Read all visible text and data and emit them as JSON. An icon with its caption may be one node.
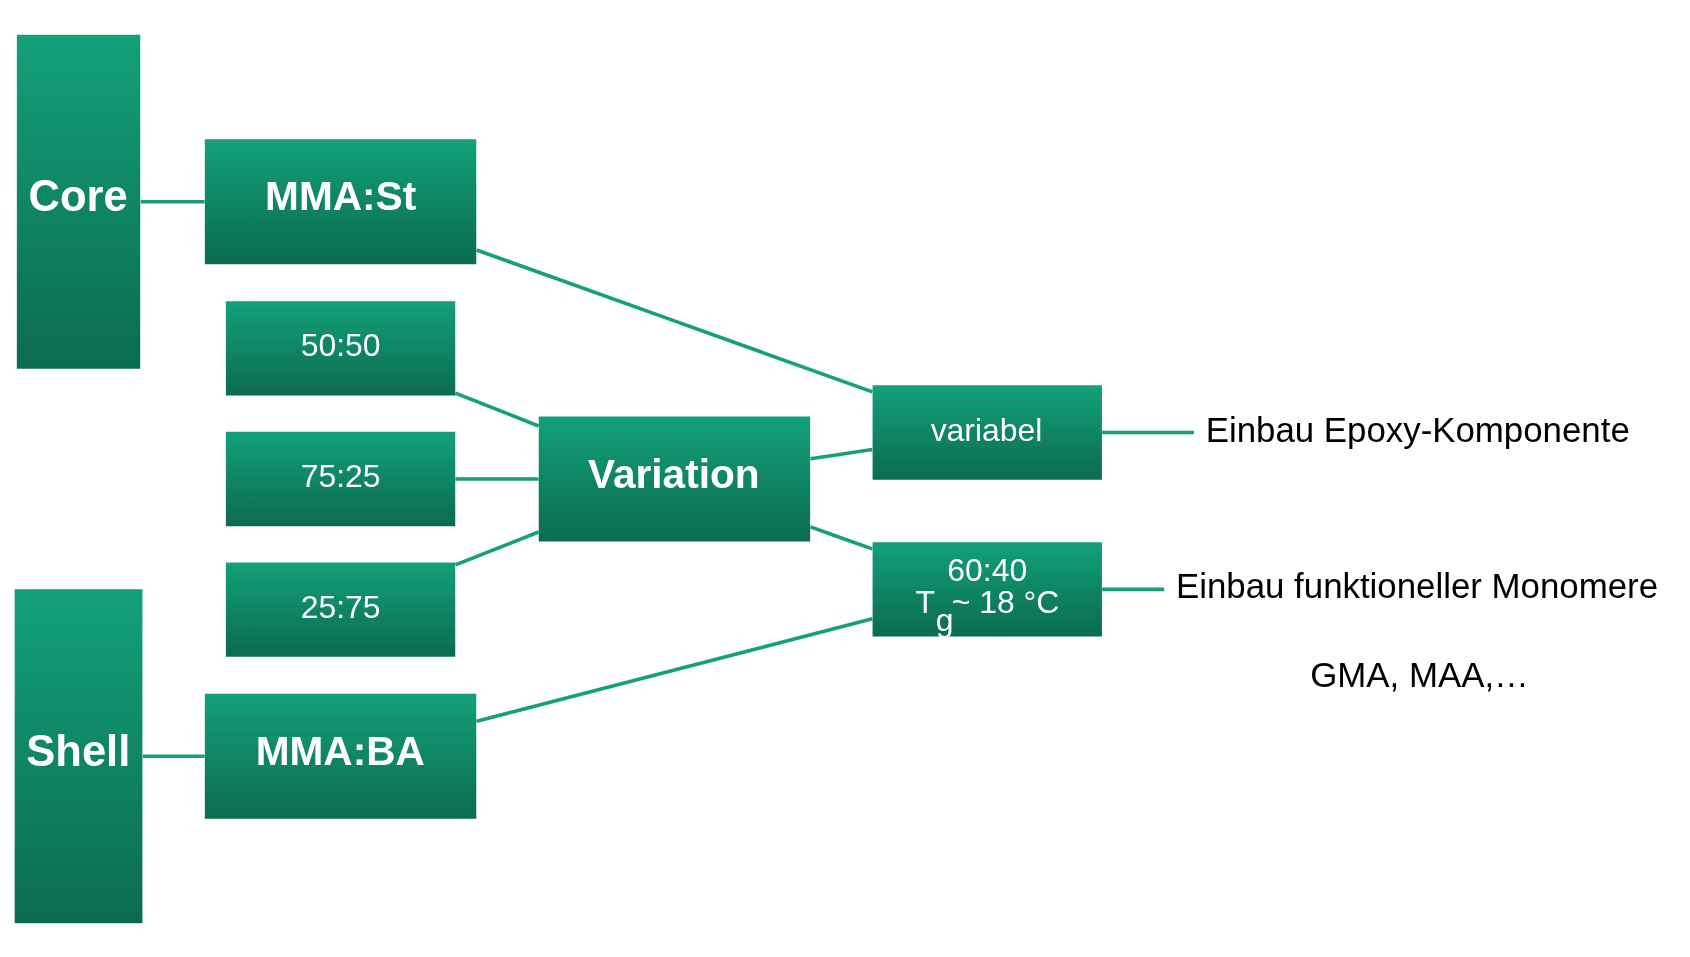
{
  "diagram": {
    "nodes": [
      {
        "text": [
          "Core"
        ]
      },
      {
        "text": [
          "MMA:St"
        ]
      },
      {
        "text": [
          "variabel"
        ]
      },
      {
        "text": [
          "Einbau Epoxy-Komponente"
        ]
      },
      {
        "text": [
          "50:50"
        ]
      },
      {
        "text": [
          "75:25"
        ]
      },
      {
        "text": [
          "25:75"
        ]
      },
      {
        "text": [
          "Variation"
        ]
      },
      {
        "text": [
          "Shell"
        ]
      },
      {
        "text": [
          "MMA:BA"
        ]
      },
      {
        "text": [
          "60:40",
          "T$_{g}$~ 18 °C"
        ]
      },
      {
        "text": [
          "Einbau funktioneller Monomere"
        ]
      }
    ],
    "edges": [
      {
        "from": 0,
        "to": 1,
        "arrow": "none"
      },
      {
        "from": 1,
        "to": 2,
        "arrow": "none"
      },
      {
        "from": 2,
        "to": 3,
        "arrow": "none"
      },
      {
        "from": 4,
        "to": 7,
        "arrow": "none"
      },
      {
        "from": 5,
        "to": 7,
        "arrow": "none"
      },
      {
        "from": 6,
        "to": 7,
        "arrow": "none"
      },
      {
        "from": 7,
        "to": 2,
        "arrow": "none"
      },
      {
        "from": 7,
        "to": 10,
        "arrow": "none"
      },
      {
        "from": 8,
        "to": 9,
        "arrow": "none"
      },
      {
        "from": 9,
        "to": 10,
        "arrow": "none"
      },
      {
        "from": 10,
        "to": 11,
        "arrow": "none"
      }
    ],
    "labels": [
      "GMA, MAA,…"
    ]
  }
}
